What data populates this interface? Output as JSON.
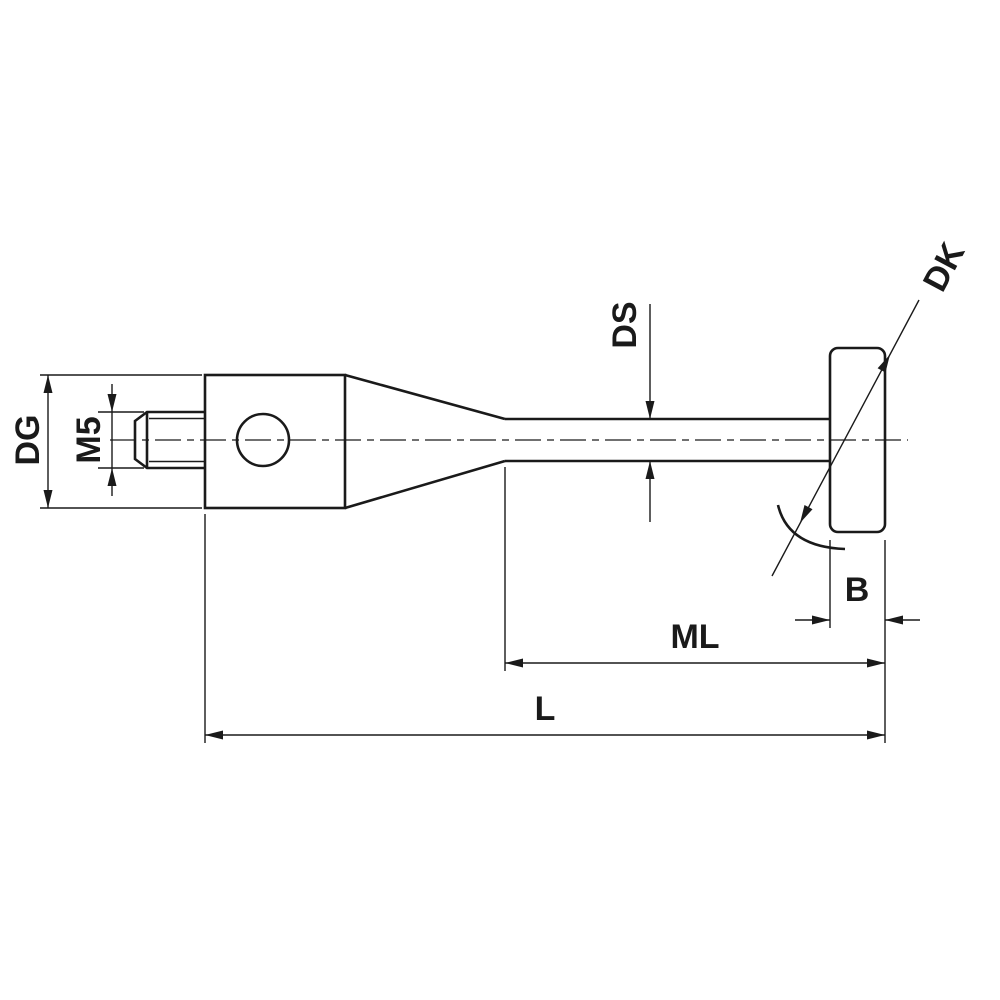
{
  "diagram": {
    "type": "technical-drawing-stylus-with-disc",
    "dimension_labels": {
      "dg": "DG",
      "m5": "M5",
      "ds": "DS",
      "dk": "DK",
      "b": "B",
      "ml": "ML",
      "l": "L"
    },
    "colors": {
      "line": "#1a1a1a",
      "background": "#ffffff"
    }
  }
}
